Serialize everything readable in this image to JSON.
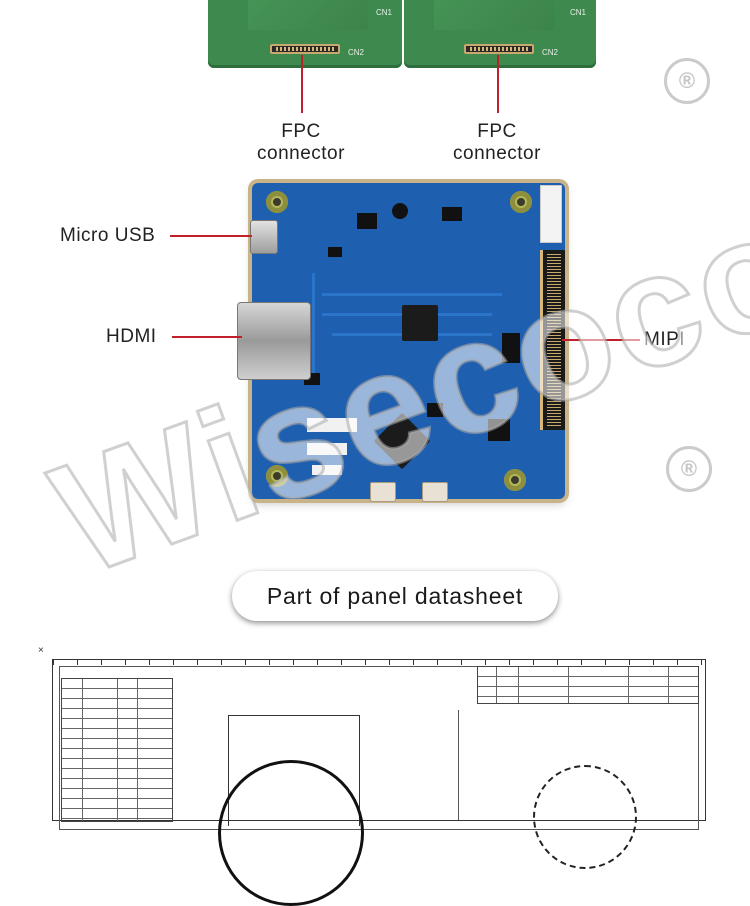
{
  "labels": {
    "fpc_left": "FPC\nconnector",
    "fpc_right": "FPC\nconnector",
    "micro_usb": "Micro USB",
    "hdmi": "HDMI",
    "mipi": "MIPI"
  },
  "pcb_silkscreen": {
    "cn1": "CN1",
    "cn2": "CN2"
  },
  "section_title": "Part of panel datasheet",
  "drawing": {
    "corner_mark": "×"
  },
  "watermark": {
    "text": "Wisecoco",
    "registered": "®"
  },
  "colors": {
    "board_blue": "#1f5fb0",
    "pcb_green": "#3e8a4e",
    "leader_line": "#c0202a"
  }
}
